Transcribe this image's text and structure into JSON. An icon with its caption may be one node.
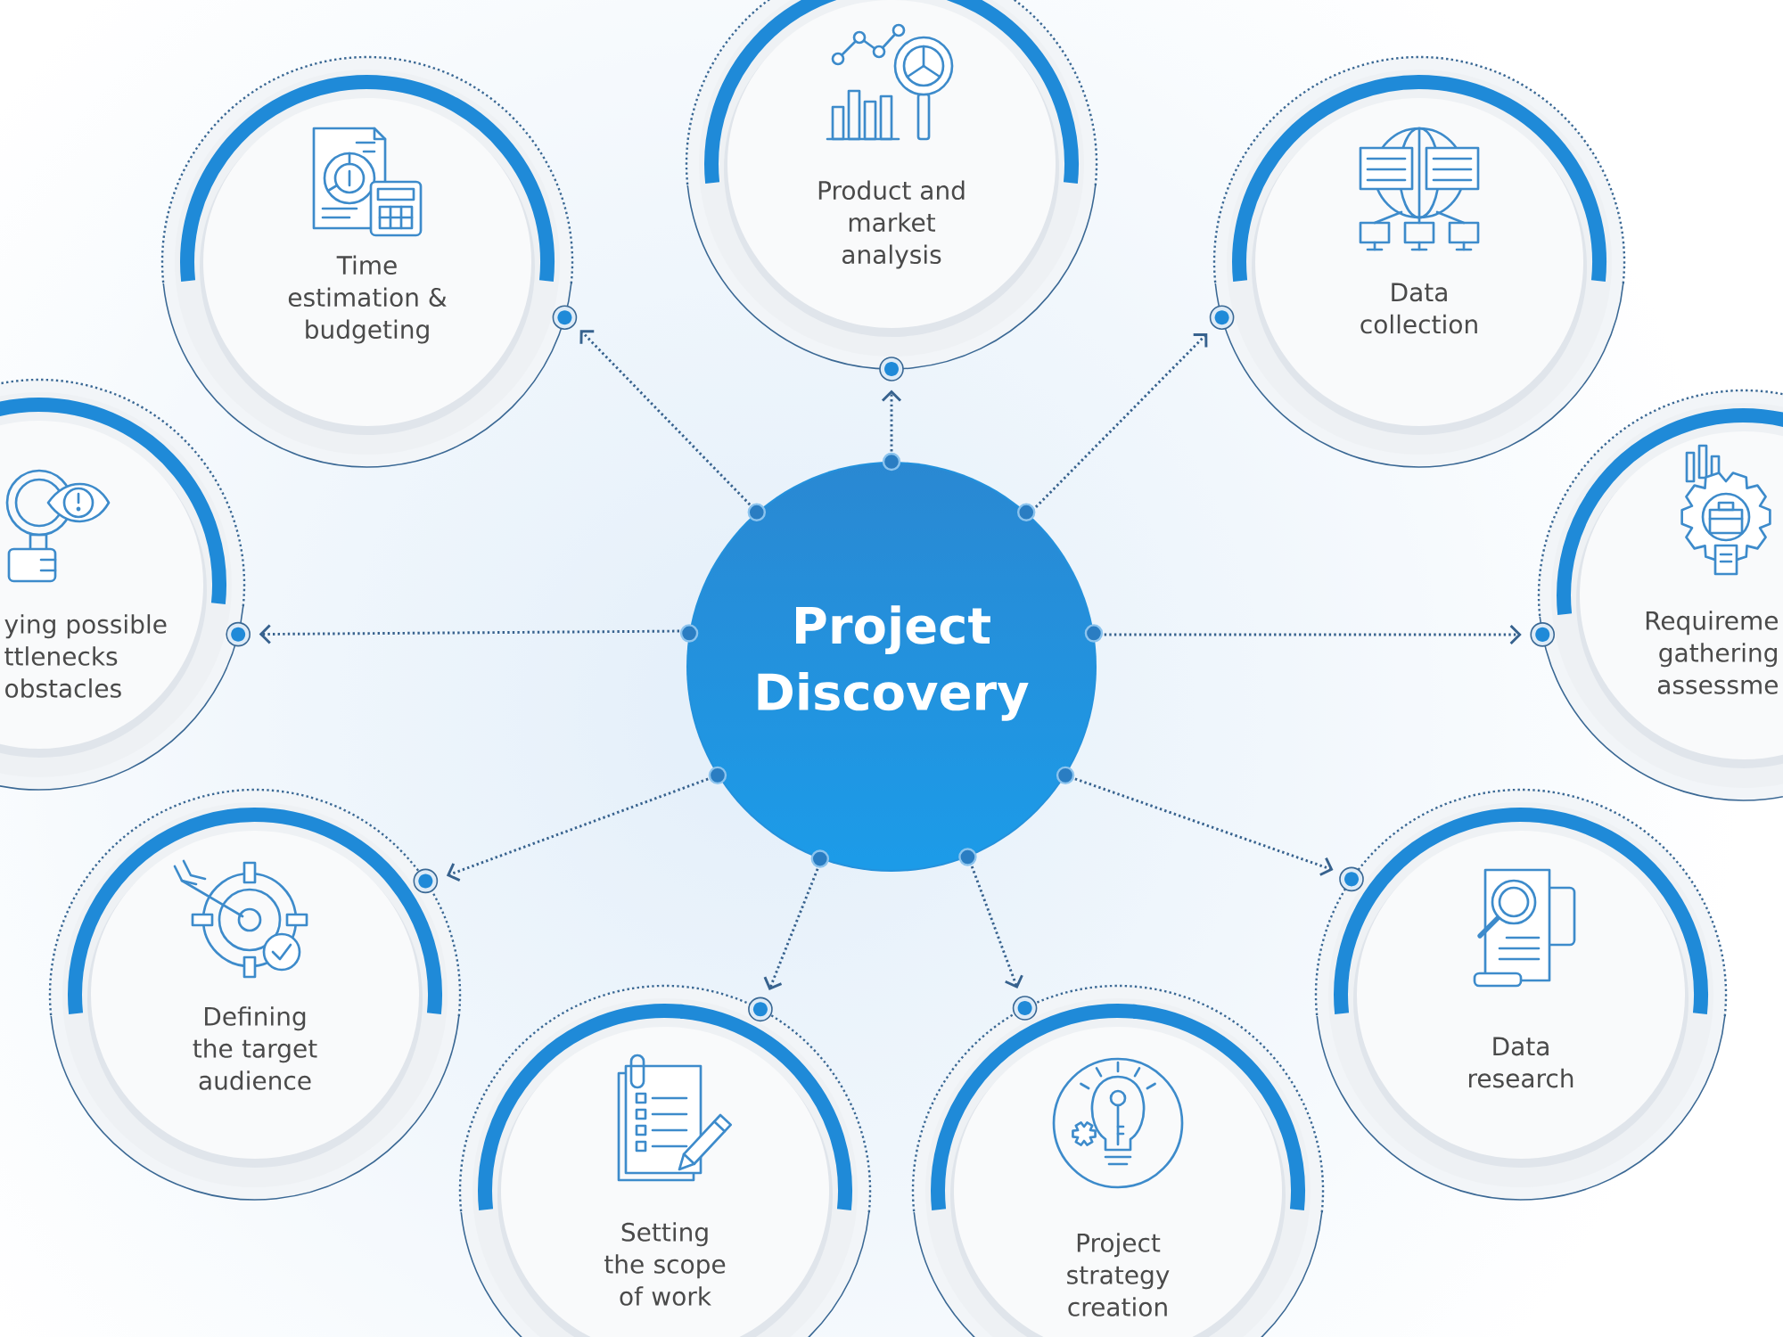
{
  "diagram": {
    "nodes": [
      {
        "text": [
          "Time estimation & budgeting"
        ]
      },
      {
        "text": [
          "Product and market analysis"
        ]
      },
      {
        "text": [
          "Data collection"
        ]
      },
      {
        "text": [
          "ying possible ttlenecks obstacles"
        ]
      },
      {
        "text": [
          "Project Discovery"
        ]
      },
      {
        "text": [
          "Requireme gathering assessme"
        ]
      },
      {
        "text": [
          "Defining the target audience"
        ]
      },
      {
        "text": [
          "Data research"
        ]
      },
      {
        "text": [
          "Setting the scope of work"
        ]
      },
      {
        "text": [
          "Project strategy creation"
        ]
      }
    ],
    "edges": [
      {
        "from": 4,
        "to": 0,
        "arrow": "to"
      },
      {
        "from": 4,
        "to": 1,
        "arrow": "to"
      },
      {
        "from": 4,
        "to": 2,
        "arrow": "to"
      },
      {
        "from": 4,
        "to": 3,
        "arrow": "to"
      },
      {
        "from": 4,
        "to": 5,
        "arrow": "to"
      },
      {
        "from": 4,
        "to": 6,
        "arrow": "to"
      },
      {
        "from": 4,
        "to": 7,
        "arrow": "to"
      },
      {
        "from": 4,
        "to": 8,
        "arrow": "to"
      },
      {
        "from": 4,
        "to": 9,
        "arrow": "to"
      }
    ]
  }
}
